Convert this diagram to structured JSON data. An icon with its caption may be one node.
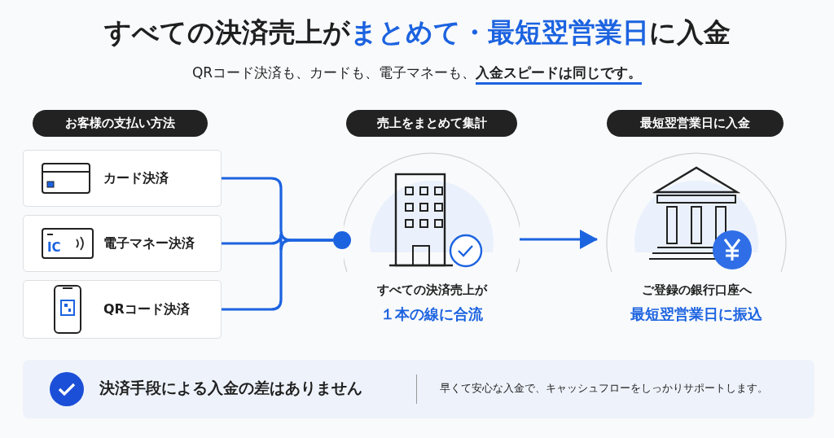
{
  "diagram": {
    "title": "すべての決済売上が**まとめて・最短翌営業日**に入金",
    "nodes": [
      {
        "text": [
          "お客様の支払い方法"
        ]
      },
      {
        "text": [
          "売上をまとめて集計"
        ]
      },
      {
        "text": [
          "最短翌営業日に入金"
        ]
      },
      {
        "text": [
          "カード決済"
        ]
      },
      {
        "text": [
          "電子マネー決済"
        ]
      },
      {
        "text": [
          "QRコード決済"
        ]
      },
      {
        "text": [],
        "shape": "circle"
      },
      {
        "text": [
          "すべての決済売上が",
          "１本の線に合流"
        ]
      },
      {
        "text": [
          "ご登録の銀行口座へ",
          "最短翌営業日に振込"
        ]
      },
      {
        "text": [
          "決済手段による入金の差はありません",
          "早くて安心な入金で、キャッシュフローをしっかりサポートします。"
        ]
      }
    ],
    "edges": [
      {
        "from": 3,
        "to": 6,
        "arrow": "none"
      },
      {
        "from": 4,
        "to": 6,
        "arrow": "none"
      },
      {
        "from": 5,
        "to": 6,
        "arrow": "none"
      },
      {
        "from": 7,
        "to": 8,
        "arrow": "to"
      }
    ],
    "labels": [
      "QRコード決済も、カードも、電子マネーも、**入金スピードは同じです。**",
      "IC"
    ]
  }
}
